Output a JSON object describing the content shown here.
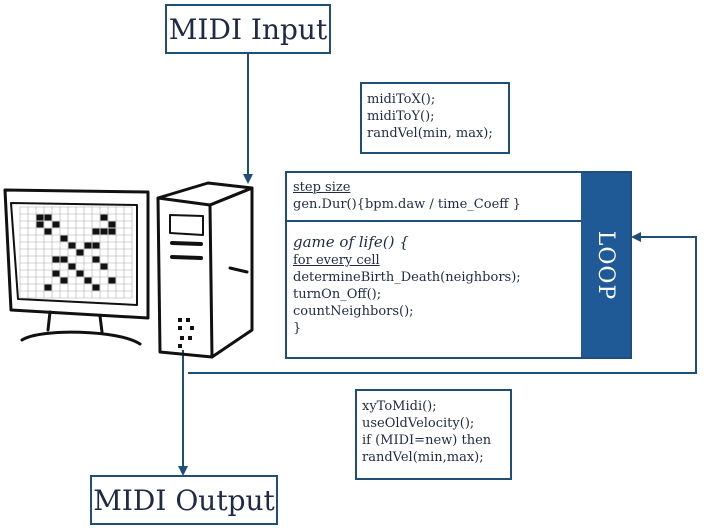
{
  "nodes": {
    "midi_input": "MIDI Input",
    "midi_output": "MIDI Output",
    "loop_label": "LOOP"
  },
  "input_funcs": [
    "midiToX();",
    "midiToY();",
    "randVel(min, max);"
  ],
  "step": {
    "title": "step size",
    "formula": "gen.Dur(){bpm.daw / time_Coeff }"
  },
  "gol": {
    "header": "game of life() {",
    "for_every": "for every cell",
    "lines": [
      "determineBirth_Death(neighbors);",
      "turnOn_Off();",
      "countNeighbors();"
    ],
    "close": "}"
  },
  "output_funcs": [
    "xyToMidi();",
    "useOldVelocity();",
    "if (MIDI=new) then",
    "randVel(min,max);"
  ],
  "colors": {
    "accent": "#1f4e79",
    "loop_fill": "#1f5a96",
    "text": "#1f2a44"
  },
  "illustration": {
    "monitor_icon": "monitor-icon",
    "tower_icon": "computer-tower-icon"
  }
}
